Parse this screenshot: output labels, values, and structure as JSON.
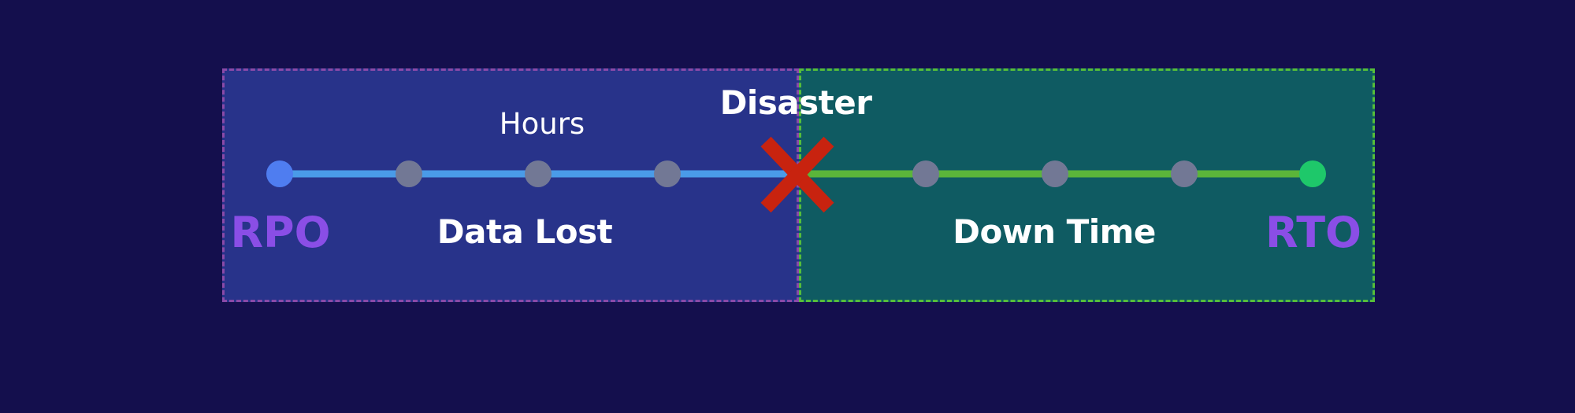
{
  "diagram": {
    "hours_label": "Hours",
    "disaster_label": "Disaster",
    "data_lost_label": "Data Lost",
    "down_time_label": "Down Time",
    "rpo_label": "RPO",
    "rto_label": "RTO"
  },
  "colors": {
    "background": "#140f4d",
    "left_panel": "#28338a",
    "left_border": "#8a4aa8",
    "right_panel": "#0f5b62",
    "right_border": "#56be3a",
    "left_line": "#4a9be8",
    "right_line": "#5bb53a",
    "rpo_dot": "#4f7df0",
    "rto_dot": "#1ec86a",
    "mid_dot": "#727895",
    "disaster_x": "#c8230f",
    "label_accent": "#8a4ee6"
  },
  "icons": {
    "disaster": "x-mark-icon"
  }
}
